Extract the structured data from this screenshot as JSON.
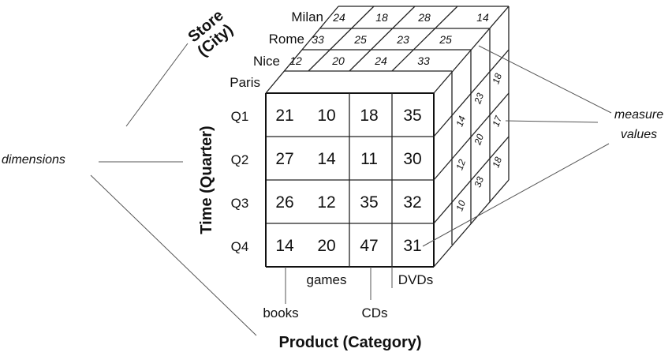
{
  "dimensions": {
    "store": "Store (City)",
    "store_line1": "Store",
    "store_line2": "(City)",
    "time": "Time (Quarter)",
    "product": "Product (Category)"
  },
  "cities": [
    "Paris",
    "Nice",
    "Rome",
    "Milan"
  ],
  "quarters": [
    "Q1",
    "Q2",
    "Q3",
    "Q4"
  ],
  "categories": [
    "books",
    "games",
    "CDs",
    "DVDs"
  ],
  "front_values": [
    [
      21,
      10,
      18,
      35
    ],
    [
      27,
      14,
      11,
      30
    ],
    [
      26,
      12,
      35,
      32
    ],
    [
      14,
      20,
      47,
      31
    ]
  ],
  "top_values": {
    "Nice": [
      12,
      20,
      24,
      33
    ],
    "Rome": [
      33,
      25,
      23,
      25
    ],
    "Milan": [
      24,
      18,
      28,
      14
    ]
  },
  "side_values": {
    "Nice": [
      14,
      12,
      10
    ],
    "Rome": [
      23,
      20,
      33
    ],
    "Milan": [
      18,
      17,
      18
    ]
  },
  "annotations": {
    "dimensions": "dimensions",
    "measure_line1": "measure",
    "measure_line2": "values"
  }
}
